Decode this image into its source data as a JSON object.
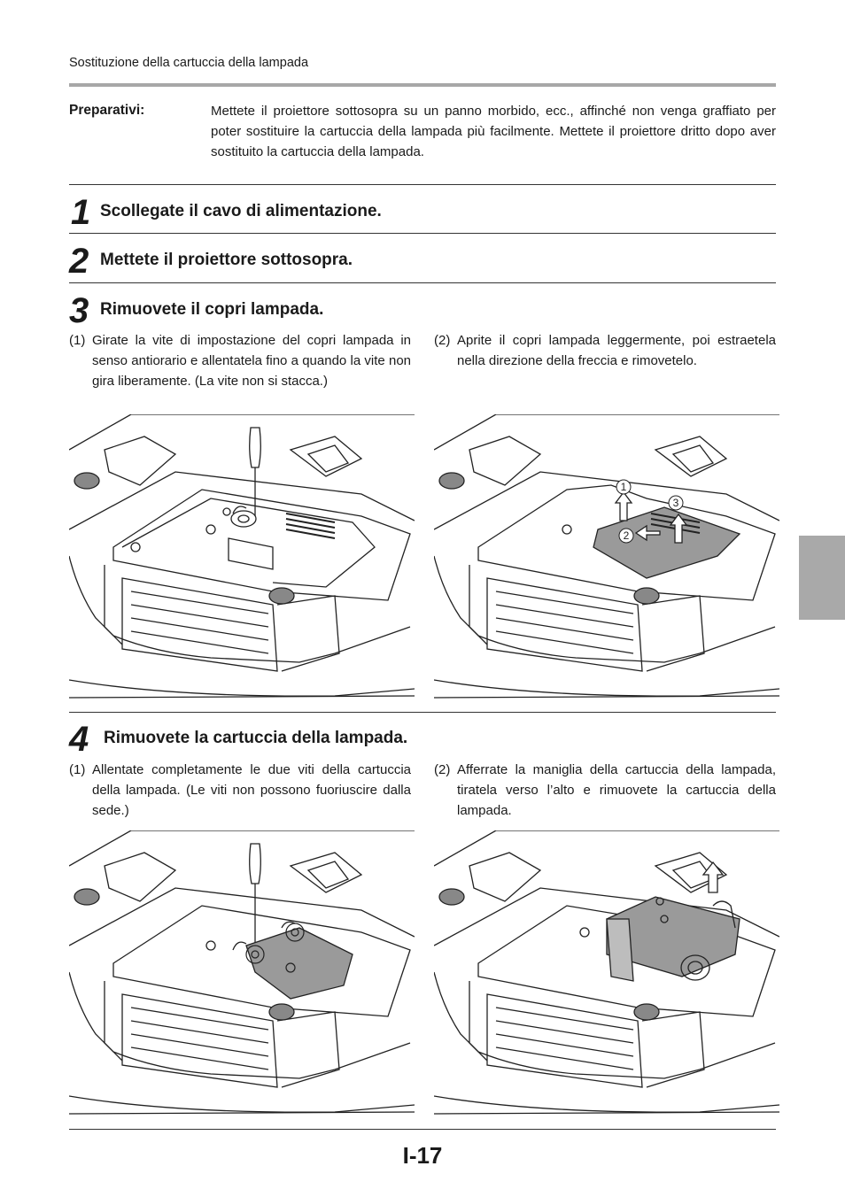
{
  "header": {
    "title": "Sostituzione della cartuccia della lampada"
  },
  "preparativi": {
    "label": "Preparativi:",
    "text": "Mettete il proiettore sottosopra su un panno morbido, ecc., affinché non venga graffiato per poter sostituire la cartuccia della lampada più facilmente. Mettete il proiettore dritto dopo aver sostituito la cartuccia della lampada."
  },
  "steps": [
    {
      "number": "1",
      "title": "Scollegate il cavo di alimentazione."
    },
    {
      "number": "2",
      "title": "Mettete il proiettore sottosopra."
    },
    {
      "number": "3",
      "title": "Rimuovete il copri lampada.",
      "substeps": [
        {
          "num": "(1)",
          "text": "Girate la vite di impostazione del copri lampada in senso antiorario e allentatela fino a quando la vite non gira liberamente. (La vite non si stacca.)"
        },
        {
          "num": "(2)",
          "text": "Aprite il copri lampada leggermente, poi estraetela nella direzione della freccia e rimovetelo."
        }
      ],
      "callouts": [
        "1",
        "2",
        "3"
      ]
    },
    {
      "number": "4",
      "title": "Rimuovete la cartuccia della lampada.",
      "substeps": [
        {
          "num": "(1)",
          "text": "Allentate completamente le due viti della cartuccia della lampada. (Le viti non possono fuoriuscire dalla sede.)"
        },
        {
          "num": "(2)",
          "text": "Afferrate la maniglia della cartuccia della lampada, tiratela verso l’alto e rimuovete la cartuccia della lampada."
        }
      ]
    }
  ],
  "page_number": "I-17"
}
